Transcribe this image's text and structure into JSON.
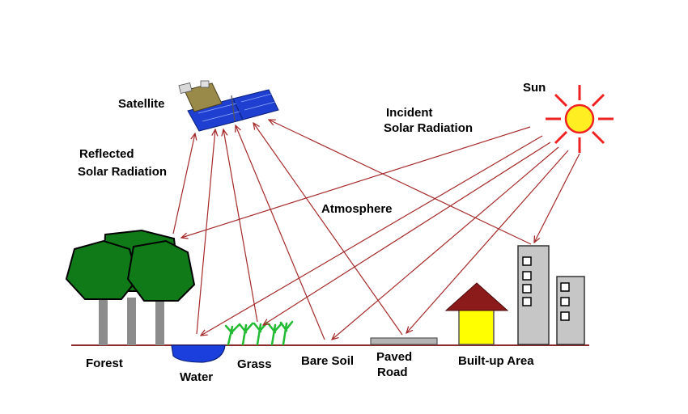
{
  "labels": {
    "satellite": "Satellite",
    "sun": "Sun",
    "incident_line1": "Incident",
    "incident_line2": "Solar Radiation",
    "reflected_line1": "Reflected",
    "reflected_line2": "Solar Radiation",
    "atmosphere": "Atmosphere",
    "forest": "Forest",
    "water": "Water",
    "grass": "Grass",
    "bare_soil": "Bare Soil",
    "paved_line1": "Paved",
    "paved_line2": "Road",
    "builtup": "Built-up Area"
  },
  "colors": {
    "arrow": "#a52a2a",
    "ground": "#8b2b2b",
    "sun_fill": "#ffee22",
    "sun_rays": "#ee2222",
    "tree_canopy": "#0f7a17",
    "tree_trunk": "#8c8c8c",
    "water": "#1a3fdd",
    "grass": "#22bb33",
    "road": "#b4b4b4",
    "house_wall": "#ffff00",
    "house_roof": "#8b1a1a",
    "building": "#c6c6c6",
    "satellite_panel": "#1f3fd0",
    "satellite_body": "#9a8a4a"
  },
  "icons": [
    "sun-icon",
    "satellite-icon",
    "forest-icon",
    "water-icon",
    "grass-icon",
    "bare-soil-icon",
    "paved-road-icon",
    "house-icon",
    "building-icon"
  ]
}
